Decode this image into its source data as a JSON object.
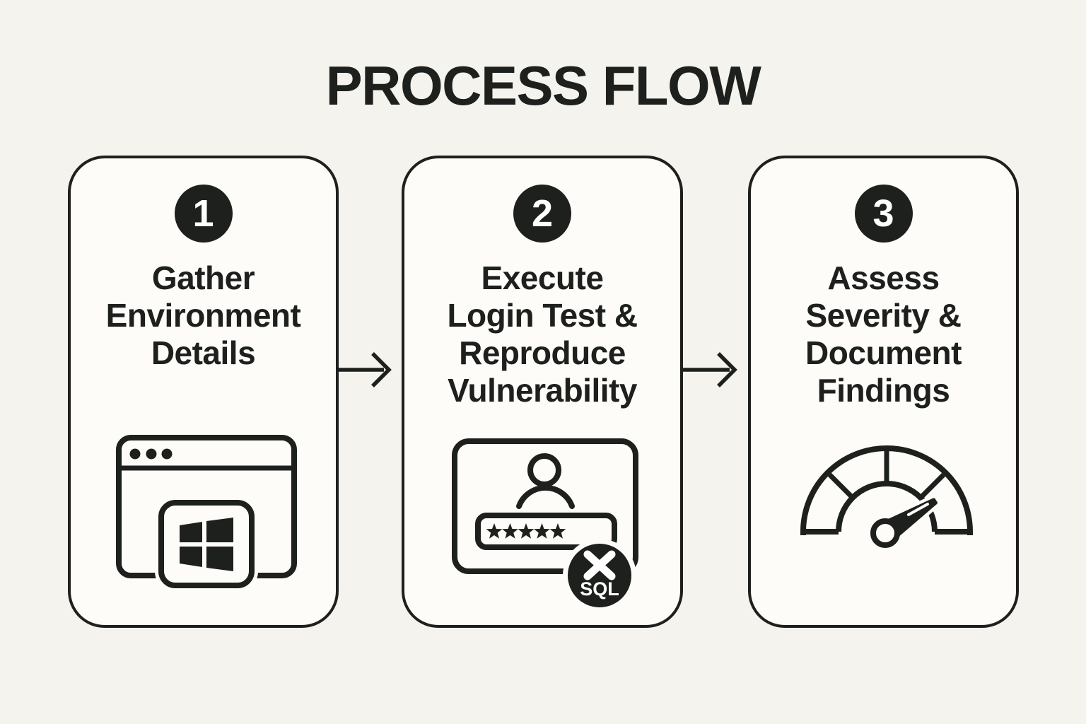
{
  "page": {
    "title": "PROCESS FLOW",
    "colors": {
      "page_bg": "#f5f3ed",
      "card_bg": "#fdfcf9",
      "ink": "#1e201e",
      "badge_text_color": "#ffffff"
    }
  },
  "steps": [
    {
      "number": "1",
      "lines": [
        "Gather",
        "Environment",
        "Details"
      ],
      "label": "Gather Environment Details",
      "icon": "browser-window-windows-icon"
    },
    {
      "number": "2",
      "lines": [
        "Execute",
        "Login Test &",
        "Reproduce",
        "Vulnerability"
      ],
      "label": "Execute Login Test & Reproduce Vulnerability",
      "icon": "login-form-password-icon",
      "badge_text": "SQL"
    },
    {
      "number": "3",
      "lines": [
        "Assess",
        "Severity &",
        "Document",
        "Findings"
      ],
      "label": "Assess Severity & Document Findings",
      "icon": "severity-gauge-icon"
    }
  ],
  "arrows": [
    {
      "from": "step-1",
      "to": "step-2"
    },
    {
      "from": "step-2",
      "to": "step-3"
    }
  ]
}
